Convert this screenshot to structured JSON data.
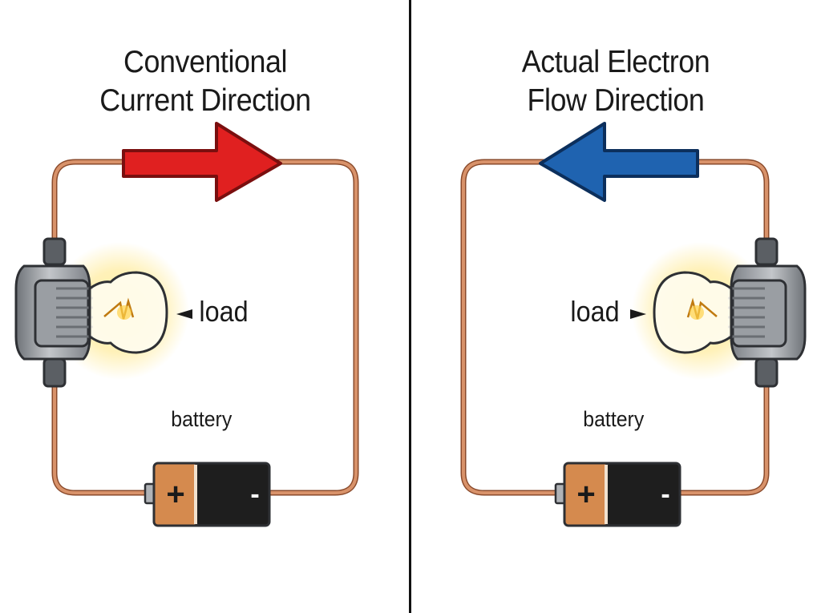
{
  "left_panel": {
    "title_line1": "Conventional",
    "title_line2": "Current Direction",
    "load_label": "load",
    "battery_label": "battery",
    "battery_positive": "+",
    "battery_negative": "-",
    "arrow_direction": "right",
    "arrow_color": "#e02020"
  },
  "right_panel": {
    "title_line1": "Actual Electron",
    "title_line2": "Flow Direction",
    "load_label": "load",
    "battery_label": "battery",
    "battery_positive": "+",
    "battery_negative": "-",
    "arrow_direction": "left",
    "arrow_color": "#1f63b0"
  },
  "colors": {
    "wire": "#c97a52",
    "battery_positive_end": "#d58a4e",
    "battery_negative_end": "#1e1e1e",
    "socket": "#8c9096",
    "bulb_glow": "#ffe680"
  }
}
